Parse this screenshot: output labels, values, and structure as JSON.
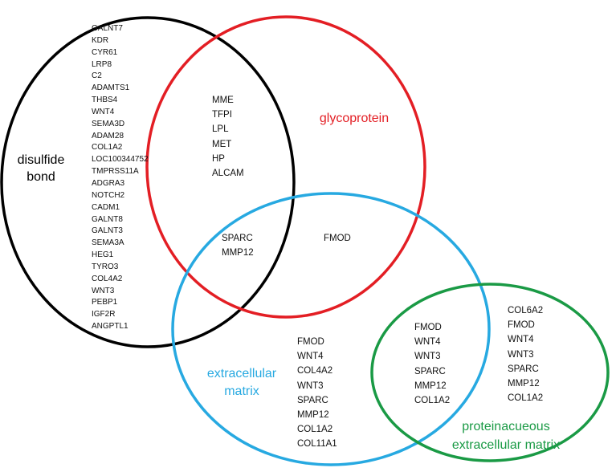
{
  "sets": {
    "disulfide": {
      "label_lines": [
        "disulfide",
        "bond"
      ],
      "color": "#000000"
    },
    "glycoprotein": {
      "label_lines": [
        "glycoprotein"
      ],
      "color": "#e31e24"
    },
    "extracellular": {
      "label_lines": [
        "extracellular",
        "matrix"
      ],
      "color": "#27a9e1"
    },
    "proteinaceous": {
      "label_lines": [
        "proteinacueous",
        "extracellular matrix"
      ],
      "color": "#1a9a45"
    }
  },
  "regions": {
    "disulfide_only": [
      "GALNT7",
      "KDR",
      "CYR61",
      "LRP8",
      "C2",
      "ADAMTS1",
      "THBS4",
      "WNT4",
      "SEMA3D",
      "ADAM28",
      "COL1A2",
      "LOC100344752",
      "TMPRSS11A",
      "ADGRA3",
      "NOTCH2",
      "CADM1",
      "GALNT8",
      "GALNT3",
      "SEMA3A",
      "HEG1",
      "TYRO3",
      "COL4A2",
      "WNT3",
      "PEBP1",
      "IGF2R",
      "ANGPTL1"
    ],
    "disulfide_glycoprotein": [
      "MME",
      "TFPI",
      "LPL",
      "MET",
      "HP",
      "ALCAM"
    ],
    "disulfide_glycoprotein_extracellular": [
      "SPARC",
      "MMP12"
    ],
    "glycoprotein_extracellular": [
      "FMOD"
    ],
    "extracellular_only": [
      "FMOD",
      "WNT4",
      "COL4A2",
      "WNT3",
      "SPARC",
      "MMP12",
      "COL1A2",
      "COL11A1"
    ],
    "extracellular_proteinaceous": [
      "FMOD",
      "WNT4",
      "WNT3",
      "SPARC",
      "MMP12",
      "COL1A2"
    ],
    "proteinaceous_only": [
      "COL6A2",
      "FMOD",
      "WNT4",
      "WNT3",
      "SPARC",
      "MMP12",
      "COL1A2"
    ]
  }
}
